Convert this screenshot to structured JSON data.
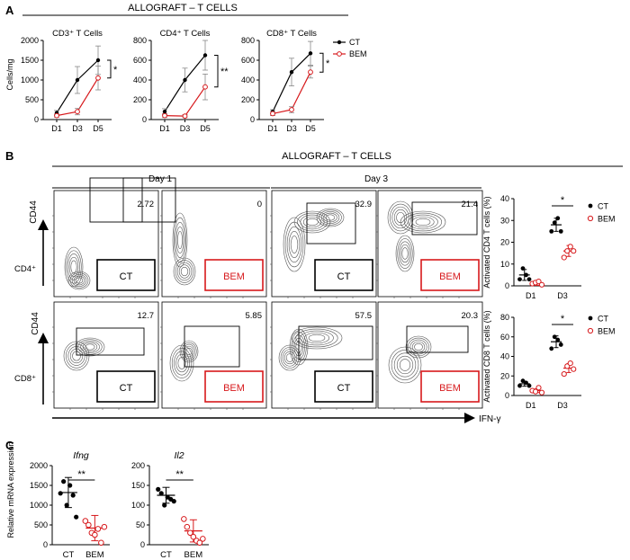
{
  "panel_labels": {
    "a": "A",
    "b": "B",
    "c": "C"
  },
  "colors": {
    "ct": "#000000",
    "bem": "#d7191c"
  },
  "panel_a": {
    "header": "ALLOGRAFT – T CELLS",
    "ylabel": "Cells/mg",
    "legend": [
      {
        "label": "CT",
        "key": "ct"
      },
      {
        "label": "BEM",
        "key": "bem"
      }
    ]
  },
  "panel_b": {
    "header": "ALLOGRAFT – T CELLS",
    "day1_label": "Day 1",
    "day3_label": "Day 3",
    "y_marker": "CD44",
    "row_labels": [
      "CD4⁺",
      "CD8⁺"
    ],
    "x_marker": "IFN-γ",
    "gate_values": [
      [
        "2.72",
        "0",
        "32.9",
        "21.4"
      ],
      [
        "12.7",
        "5.85",
        "57.5",
        "20.3"
      ]
    ],
    "box_labels": [
      "CT",
      "BEM",
      "CT",
      "BEM"
    ],
    "legend": [
      {
        "label": "CT",
        "key": "ct"
      },
      {
        "label": "BEM",
        "key": "bem"
      }
    ]
  },
  "panel_c": {
    "ylabel": "Relative mRNA expression"
  },
  "chart_data": [
    {
      "type": "line",
      "title": "CD3⁺ T Cells",
      "x": [
        "D1",
        "D3",
        "D5"
      ],
      "ylabel": "Cells/mg",
      "ylim": [
        0,
        2000
      ],
      "yticks": [
        0,
        500,
        1000,
        1500,
        2000
      ],
      "series": [
        {
          "name": "CT",
          "values": [
            170,
            1000,
            1500
          ],
          "errors": [
            60,
            340,
            360
          ]
        },
        {
          "name": "BEM",
          "values": [
            100,
            200,
            1050
          ],
          "errors": [
            40,
            80,
            300
          ]
        }
      ],
      "significance": "*"
    },
    {
      "type": "line",
      "title": "CD4⁺ T Cells",
      "x": [
        "D1",
        "D3",
        "D5"
      ],
      "ylim": [
        0,
        800
      ],
      "yticks": [
        0,
        200,
        400,
        600,
        800
      ],
      "series": [
        {
          "name": "CT",
          "values": [
            80,
            400,
            650
          ],
          "errors": [
            30,
            120,
            150
          ]
        },
        {
          "name": "BEM",
          "values": [
            40,
            35,
            330
          ],
          "errors": [
            20,
            15,
            130
          ]
        }
      ],
      "significance": "**"
    },
    {
      "type": "line",
      "title": "CD8⁺ T Cells",
      "x": [
        "D1",
        "D3",
        "D5"
      ],
      "ylim": [
        0,
        800
      ],
      "yticks": [
        0,
        200,
        400,
        600,
        800
      ],
      "series": [
        {
          "name": "CT",
          "values": [
            80,
            480,
            670
          ],
          "errors": [
            20,
            140,
            120
          ]
        },
        {
          "name": "BEM",
          "values": [
            60,
            100,
            480
          ],
          "errors": [
            20,
            30,
            60
          ]
        }
      ],
      "significance": "*"
    },
    {
      "type": "scatter",
      "ylabel": "Activated CD4 T cells (%)",
      "categories": [
        "D1",
        "D3"
      ],
      "ylim": [
        0,
        40
      ],
      "yticks": [
        0,
        10,
        20,
        30,
        40
      ],
      "series": [
        {
          "name": "CT",
          "points": [
            [
              3,
              8,
              5,
              3
            ],
            [
              25,
              29,
              31,
              25
            ]
          ],
          "means": [
            5,
            28
          ],
          "sd": [
            2.5,
            3
          ]
        },
        {
          "name": "BEM",
          "points": [
            [
              1,
              1.5,
              2,
              0.5
            ],
            [
              13,
              16,
              18,
              16
            ]
          ],
          "means": [
            1,
            16
          ],
          "sd": [
            0.8,
            2.5
          ]
        }
      ],
      "significance": "*",
      "significance_category": "D3"
    },
    {
      "type": "scatter",
      "ylabel": "Activated CD8 T cells (%)",
      "categories": [
        "D1",
        "D3"
      ],
      "ylim": [
        0,
        80
      ],
      "yticks": [
        0,
        20,
        40,
        60,
        80
      ],
      "series": [
        {
          "name": "CT",
          "points": [
            [
              10,
              15,
              13,
              10
            ],
            [
              48,
              60,
              57,
              52
            ]
          ],
          "means": [
            12,
            55
          ],
          "sd": [
            2.5,
            6
          ]
        },
        {
          "name": "BEM",
          "points": [
            [
              5,
              4,
              8,
              3
            ],
            [
              22,
              30,
              33,
              27
            ]
          ],
          "means": [
            5,
            28
          ],
          "sd": [
            2,
            4.5
          ]
        }
      ],
      "significance": "*",
      "significance_category": "D3"
    },
    {
      "type": "scatter",
      "title": "Ifng",
      "categories": [
        "CT",
        "BEM"
      ],
      "ylabel": "Relative mRNA expression",
      "ylim": [
        0,
        2000
      ],
      "yticks": [
        0,
        500,
        1000,
        1500,
        2000
      ],
      "groups": [
        {
          "name": "CT",
          "points": [
            1300,
            1600,
            1000,
            1500,
            1250,
            700
          ],
          "mean": 1320,
          "sd": 380
        },
        {
          "name": "BEM",
          "points": [
            600,
            500,
            300,
            250,
            400,
            50,
            450
          ],
          "mean": 420,
          "sd": 320
        }
      ],
      "significance": "**"
    },
    {
      "type": "scatter",
      "title": "Il2",
      "categories": [
        "CT",
        "BEM"
      ],
      "ylim": [
        0,
        200
      ],
      "yticks": [
        0,
        50,
        100,
        150,
        200
      ],
      "groups": [
        {
          "name": "CT",
          "points": [
            140,
            130,
            100,
            120,
            115,
            110
          ],
          "mean": 125,
          "sd": 20
        },
        {
          "name": "BEM",
          "points": [
            65,
            45,
            30,
            20,
            10,
            5,
            15
          ],
          "mean": 35,
          "sd": 28
        }
      ],
      "significance": "**"
    }
  ]
}
